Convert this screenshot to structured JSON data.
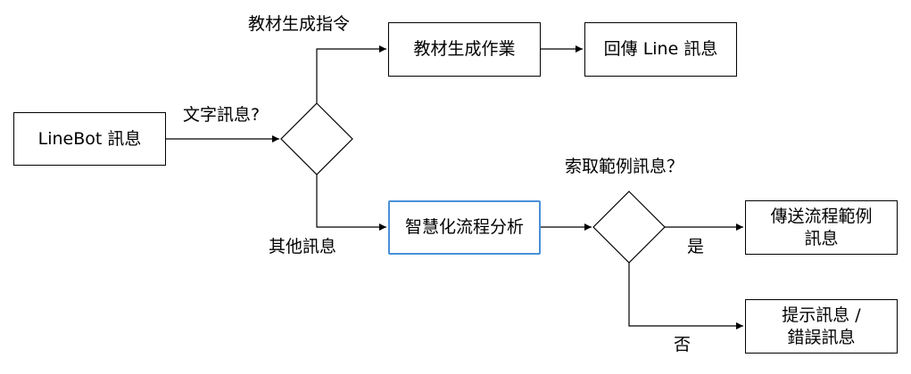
{
  "nodes": {
    "linebot": {
      "label": "LineBot 訊息"
    },
    "material_job": {
      "label": "教材生成作業"
    },
    "reply_line": {
      "label": "回傳 Line 訊息"
    },
    "smart_flow": {
      "label": "智慧化流程分析"
    },
    "send_example": {
      "line1": "傳送流程範例",
      "line2": "訊息"
    },
    "hint_error": {
      "line1": "提示訊息 /",
      "line2": "錯誤訊息"
    }
  },
  "edge_labels": {
    "text_message": "文字訊息?",
    "material_command": "教材生成指令",
    "other_message": "其他訊息",
    "ask_example": "索取範例訊息？",
    "yes": "是",
    "no": "否"
  },
  "colors": {
    "line": "#000000",
    "highlight_border": "#4a90d9"
  }
}
